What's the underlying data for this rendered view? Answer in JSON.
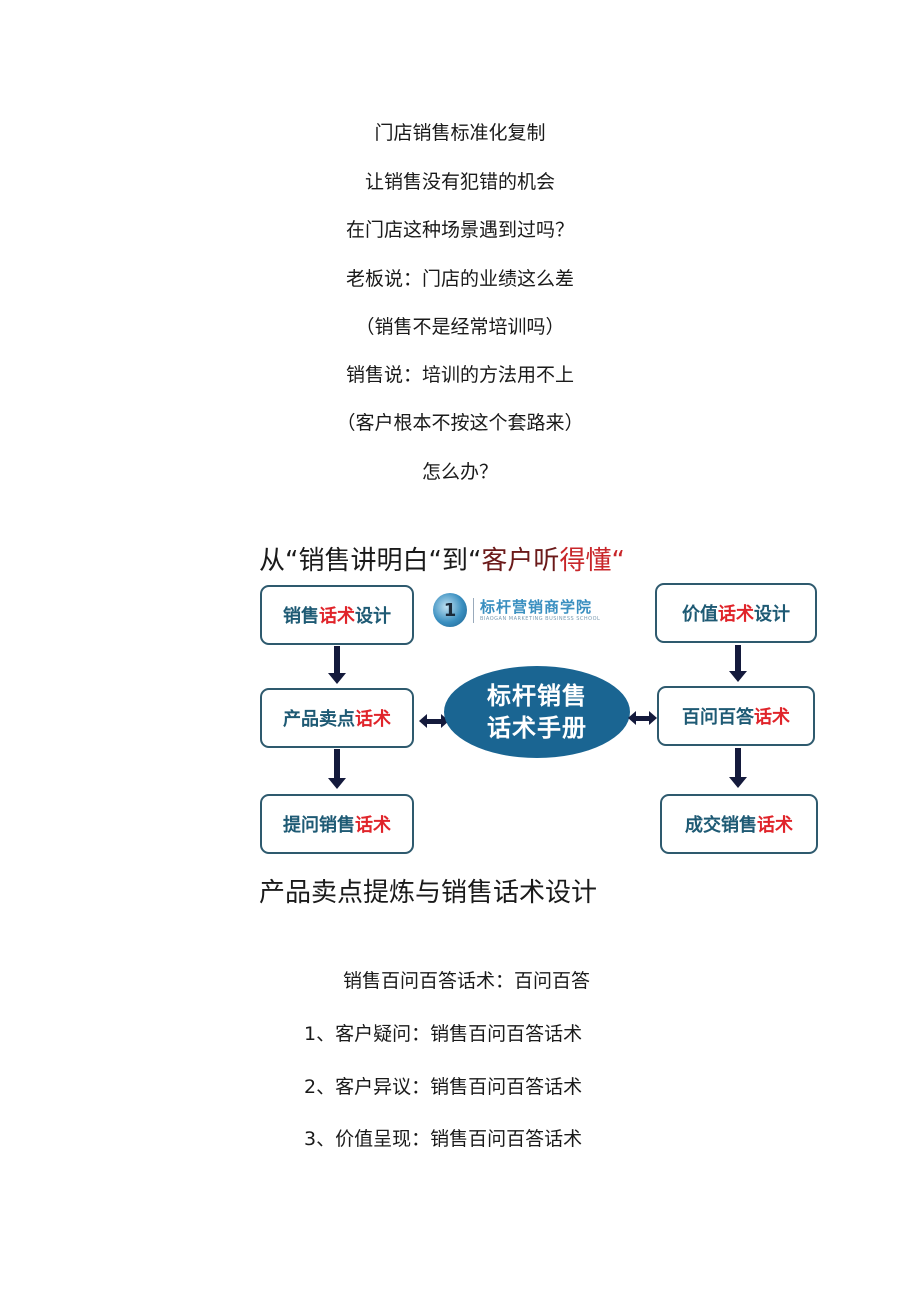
{
  "intro_lines": [
    "门店销售标准化复制",
    "让销售没有犯错的机会",
    "在门店这种场景遇到过吗？",
    "老板说：门店的业绩这么差",
    "（销售不是经常培训吗）",
    "销售说：培训的方法用不上",
    "（客户根本不按这个套路来）",
    "怎么办？"
  ],
  "heading1": {
    "part_black": "从“销售讲明白“到“",
    "part_dark_red": "客户听",
    "part_red": "得懂“"
  },
  "diagram": {
    "logo": {
      "number": "1",
      "name": "标杆营销商学院",
      "english": "BIAOGAN MARKETING BUSINESS SCHOOL"
    },
    "center": {
      "line1": "标杆销售",
      "line2": "话术手册"
    },
    "left_boxes": [
      {
        "pre": "销售",
        "hl": "话术",
        "post": "设计"
      },
      {
        "pre": "产品卖点",
        "hl": "话术",
        "post": ""
      },
      {
        "pre": "提问销售",
        "hl": "话术",
        "post": ""
      }
    ],
    "right_boxes": [
      {
        "pre": "价值",
        "hl": "话术",
        "post": "设计"
      },
      {
        "pre": "百问百答",
        "hl": "话术",
        "post": ""
      },
      {
        "pre": "成交销售",
        "hl": "话术",
        "post": ""
      }
    ],
    "colors": {
      "box_border": "#2e5a6e",
      "box_text": "#1e5a74",
      "highlight": "#e0242a",
      "ellipse": "#1a6592",
      "arrow": "#141a3c"
    }
  },
  "heading2": "产品卖点提炼与销售话术设计",
  "qa_section": {
    "title": "销售百问百答话术：百问百答",
    "items": [
      "1、客户疑问：销售百问百答话术",
      "2、客户异议：销售百问百答话术",
      "3、价值呈现：销售百问百答话术"
    ]
  }
}
